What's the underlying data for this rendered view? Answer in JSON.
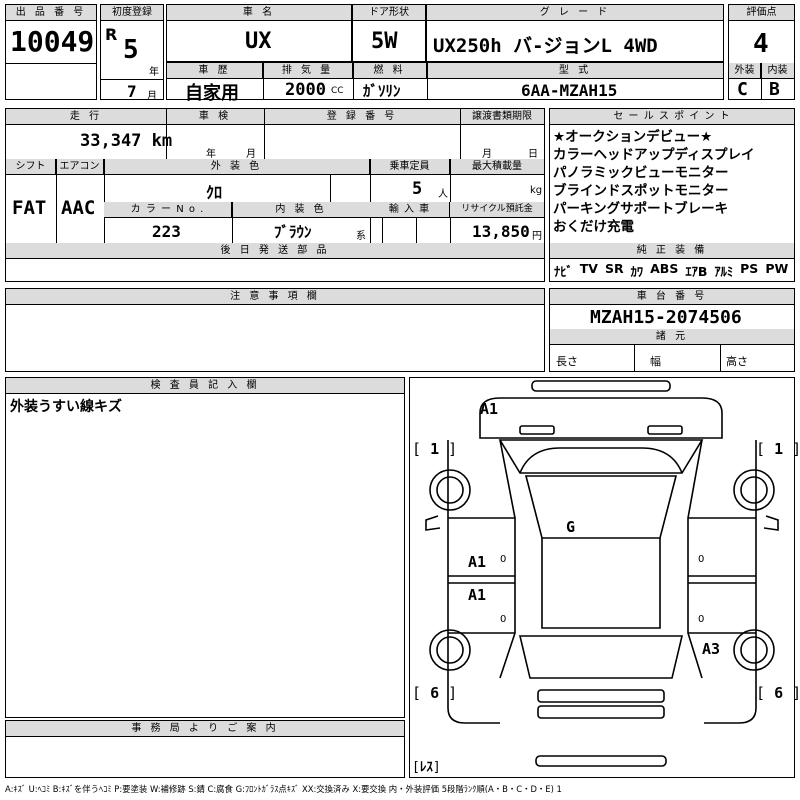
{
  "header": {
    "lot_label": "出 品 番 号",
    "lot_number": "10049",
    "first_reg_label": "初度登録",
    "era": "R",
    "reg_year": "5",
    "year_unit": "年",
    "reg_month": "7",
    "month_unit": "月",
    "car_name_label": "車 名",
    "car_name": "UX",
    "door_label": "ドア形状",
    "door": "5W",
    "grade_label": "グ レ ー ド",
    "grade": "UX250h バ-ジョンL 4WD",
    "score_label": "評価点",
    "score": "4",
    "history_label": "車 歴",
    "history": "自家用",
    "displacement_label": "排 気 量",
    "displacement": "2000",
    "displacement_unit": "CC",
    "fuel_label": "燃 料",
    "fuel": "ｶﾞｿﾘﾝ",
    "model_label": "型 式",
    "model": "6AA-MZAH15",
    "exterior_label": "外装",
    "exterior": "C",
    "interior_label": "内装",
    "interior": "B"
  },
  "specs": {
    "mileage_label": "走 行",
    "mileage": "33,347 km",
    "inspection_label": "車 検",
    "insp_year_unit": "年",
    "insp_month_unit": "月",
    "reg_no_label": "登 録 番 号",
    "transfer_label": "譲渡書類期限",
    "transfer_month_unit": "月",
    "transfer_day_unit": "日",
    "shift_label": "シフト",
    "shift": "FAT",
    "ac_label": "エアコン",
    "ac": "AAC",
    "ext_color_label": "外 装 色",
    "ext_color": "ｸﾛ",
    "capacity_label": "乗車定員",
    "capacity": "5",
    "capacity_unit": "人",
    "load_label": "最大積載量",
    "load_unit": "kg",
    "color_no_label": "カ ラ ー N o .",
    "color_no": "223",
    "int_color_label": "内 装 色",
    "int_color": "ﾌﾞﾗｳﾝ",
    "int_color_suffix": "系",
    "import_label": "輸 入 車",
    "recycle_label": "リサイクル預託金",
    "recycle": "13,850",
    "recycle_unit": "円",
    "later_parts_label": "後 日 発 送 部 品"
  },
  "sales": {
    "label": "セ ー ル ス ポ イ ン ト",
    "points": [
      "★オークションデビュー★",
      "カラーヘッドアップディスプレイ",
      "パノラミックビューモニター",
      "ブラインドスポットモニター",
      "パーキングサポートブレーキ",
      "おくだけ充電"
    ]
  },
  "equipment": {
    "label": "純 正 装 備",
    "items": [
      "ﾅﾋﾞ",
      "TV",
      "SR",
      "ｶﾜ",
      "ABS",
      "ｴｱB",
      "ｱﾙﾐ",
      "PS",
      "PW"
    ]
  },
  "notes": {
    "label": "注 意 事 項 欄"
  },
  "chassis": {
    "label": "車 台 番 号",
    "number": "MZAH15-2074506",
    "dims_label": "諸 元",
    "length_label": "長さ",
    "width_label": "幅",
    "height_label": "高さ"
  },
  "inspector": {
    "label": "検 査 員 記 入 欄",
    "comment": "外装うすい線キズ"
  },
  "office": {
    "label": "事 務 局 よ り ご 案 内"
  },
  "diagram": {
    "marks": {
      "front_bumper": "A1",
      "roof": "G",
      "front_door": "A1",
      "rear_door": "A1",
      "rear_quarter": "A3"
    },
    "tires": {
      "fl": "1",
      "fr": "1",
      "rl": "6",
      "rr": "6",
      "spare": "ﾚｽ"
    },
    "zero_left_front": "0",
    "zero_left_rear": "0",
    "zero_right_front": "0",
    "zero_right_rear": "0"
  },
  "legend": "A:ｷｽﾞ U:ﾍｺﾐ B:ｷｽﾞを伴うﾍｺﾐ P:要塗装 W:補修跡 S:錆 C:腐食 G:ﾌﾛﾝﾄｶﾞﾗｽ点ｷｽﾞ XX:交換済み X:要交換 内・外装評価 5段階ﾗﾝｸ順(A・B・C・D・E) 1"
}
